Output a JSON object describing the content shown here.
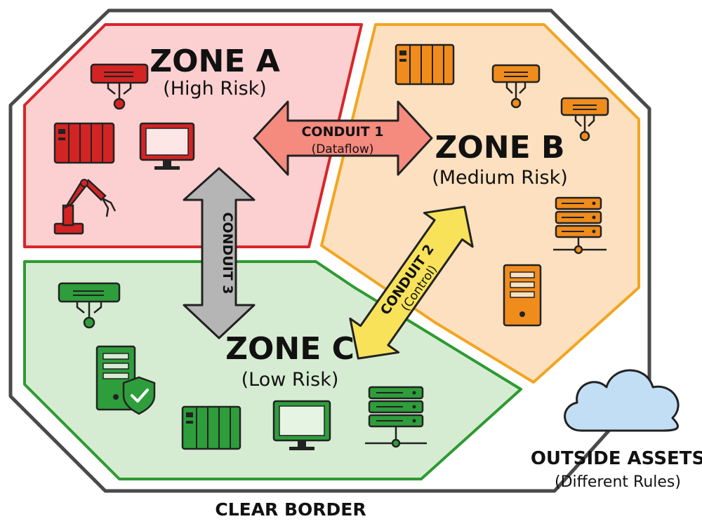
{
  "border": {
    "label": "CLEAR BORDER"
  },
  "zones": {
    "a": {
      "title": "ZONE A",
      "subtitle": "(High Risk)"
    },
    "b": {
      "title": "ZONE B",
      "subtitle": "(Medium Risk)"
    },
    "c": {
      "title": "ZONE C",
      "subtitle": "(Low Risk)"
    }
  },
  "conduits": {
    "c1": {
      "title": "CONDUIT 1",
      "subtitle": "(Dataflow)"
    },
    "c2": {
      "title": "CONDUIT 2",
      "subtitle": "(Control)"
    },
    "c3": {
      "title": "CONDUIT 3"
    }
  },
  "outside": {
    "title": "OUTSIDE ASSETS",
    "subtitle": "(Different Rules)"
  },
  "colors": {
    "zone_a_fill": "#fcd0d0",
    "zone_a_stroke": "#d9252a",
    "zone_a_icon": "#d32424",
    "zone_b_fill": "#fde0bf",
    "zone_b_stroke": "#f2a521",
    "zone_b_icon": "#f08c1c",
    "zone_c_fill": "#d6ecd2",
    "zone_c_stroke": "#2e9a32",
    "zone_c_icon": "#2e9e3c",
    "conduit_1": "#f58a7f",
    "conduit_2": "#f7e25a",
    "conduit_3": "#b5b5b5",
    "cloud": "#c2def5",
    "border": "#4a4a4a"
  },
  "icons": {
    "zone_a": [
      "sensor-icon",
      "plc-rack-icon",
      "monitor-icon",
      "robot-arm-icon"
    ],
    "zone_b": [
      "plc-rack-icon",
      "sensor-icon",
      "sensor-icon",
      "server-stack-icon",
      "tower-server-icon"
    ],
    "zone_c": [
      "sensor-icon",
      "secure-server-icon",
      "plc-rack-icon",
      "monitor-icon",
      "server-stack-icon"
    ],
    "outside": [
      "cloud-icon"
    ]
  }
}
